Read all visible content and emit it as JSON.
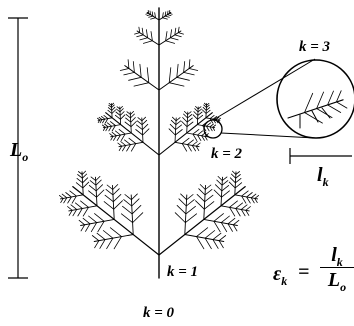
{
  "labels": {
    "k0": "k = 0",
    "k1": "k = 1",
    "k2": "k = 2",
    "k3": "k = 3",
    "L_base": "L",
    "L_sub": "o",
    "l_base": "l",
    "l_sub": "k"
  },
  "formula": {
    "lhs_base": "ε",
    "lhs_sub": "k",
    "equals": "=",
    "num_base": "l",
    "num_sub": "k",
    "den_base": "L",
    "den_sub": "o"
  },
  "colors": {
    "ink": "#000000",
    "background": "#ffffff"
  }
}
